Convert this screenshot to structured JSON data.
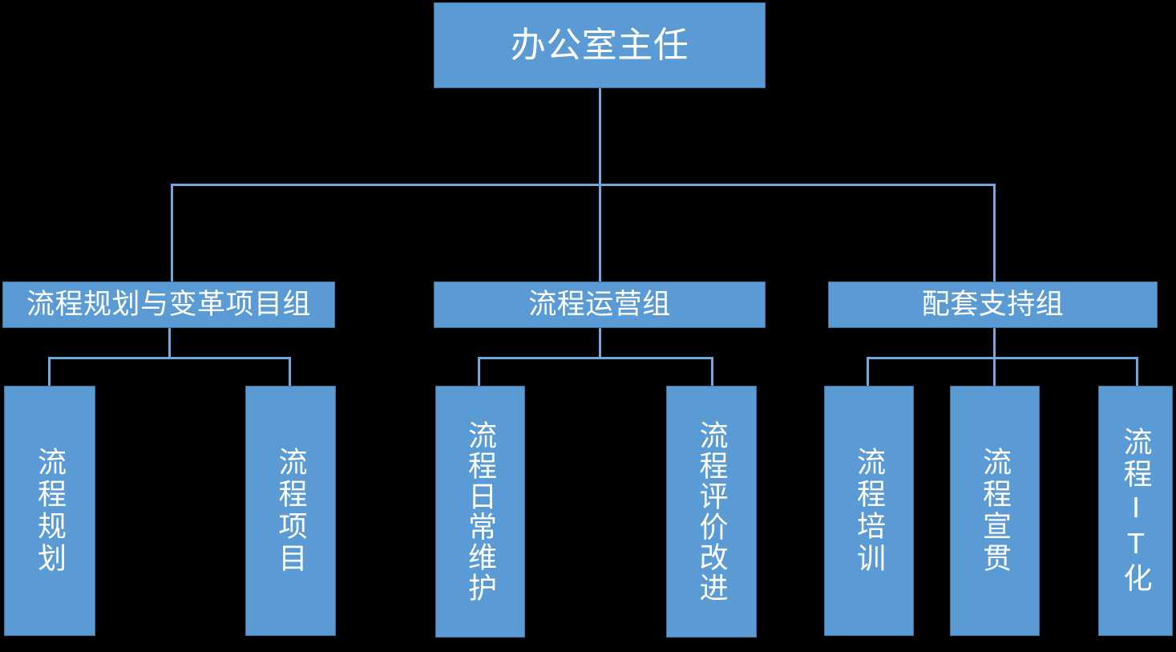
{
  "chart_data": {
    "type": "diagram",
    "subtype": "organization-chart",
    "title": "办公室主任组织架构图",
    "orientation": "top-down",
    "levels": 3,
    "colors": {
      "node_fill": "#5B9BD5",
      "node_border": "#41719C",
      "connector": "#6FA8DC",
      "label_text": "#FFFFFF",
      "background": "#000000"
    },
    "nodes": [
      {
        "id": "root",
        "label": "办公室主任",
        "level": 1,
        "parent": null,
        "orientation": "horizontal"
      },
      {
        "id": "g1",
        "label": "流程规划与变革项目组",
        "level": 2,
        "parent": "root",
        "orientation": "horizontal"
      },
      {
        "id": "g2",
        "label": "流程运营组",
        "level": 2,
        "parent": "root",
        "orientation": "horizontal"
      },
      {
        "id": "g3",
        "label": "配套支持组",
        "level": 2,
        "parent": "root",
        "orientation": "horizontal"
      },
      {
        "id": "l1",
        "label": "流程规划",
        "level": 3,
        "parent": "g1",
        "orientation": "vertical"
      },
      {
        "id": "l2",
        "label": "流程项目",
        "level": 3,
        "parent": "g1",
        "orientation": "vertical"
      },
      {
        "id": "l3",
        "label": "流程日常维护",
        "level": 3,
        "parent": "g2",
        "orientation": "vertical"
      },
      {
        "id": "l4",
        "label": "流程评价改进",
        "level": 3,
        "parent": "g2",
        "orientation": "vertical"
      },
      {
        "id": "l5",
        "label": "流程培训",
        "level": 3,
        "parent": "g3",
        "orientation": "vertical"
      },
      {
        "id": "l6",
        "label": "流程宣贯",
        "level": 3,
        "parent": "g3",
        "orientation": "vertical"
      },
      {
        "id": "l7",
        "label": "流程IT化",
        "level": 3,
        "parent": "g3",
        "orientation": "vertical"
      }
    ],
    "edges": [
      {
        "from": "root",
        "to": "g1"
      },
      {
        "from": "root",
        "to": "g2"
      },
      {
        "from": "root",
        "to": "g3"
      },
      {
        "from": "g1",
        "to": "l1"
      },
      {
        "from": "g1",
        "to": "l2"
      },
      {
        "from": "g2",
        "to": "l3"
      },
      {
        "from": "g2",
        "to": "l4"
      },
      {
        "from": "g3",
        "to": "l5"
      },
      {
        "from": "g3",
        "to": "l6"
      },
      {
        "from": "g3",
        "to": "l7"
      }
    ]
  },
  "chart": {
    "root": {
      "label": "办公室主任"
    },
    "groups": [
      {
        "label": "流程规划与变革项目组"
      },
      {
        "label": "流程运营组"
      },
      {
        "label": "配套支持组"
      }
    ],
    "leaves": [
      {
        "label": "流程规划"
      },
      {
        "label": "流程项目"
      },
      {
        "label": "流程日常维护"
      },
      {
        "label": "流程评价改进"
      },
      {
        "label": "流程培训"
      },
      {
        "label": "流程宣贯"
      },
      {
        "label": "流程IT化"
      }
    ]
  }
}
